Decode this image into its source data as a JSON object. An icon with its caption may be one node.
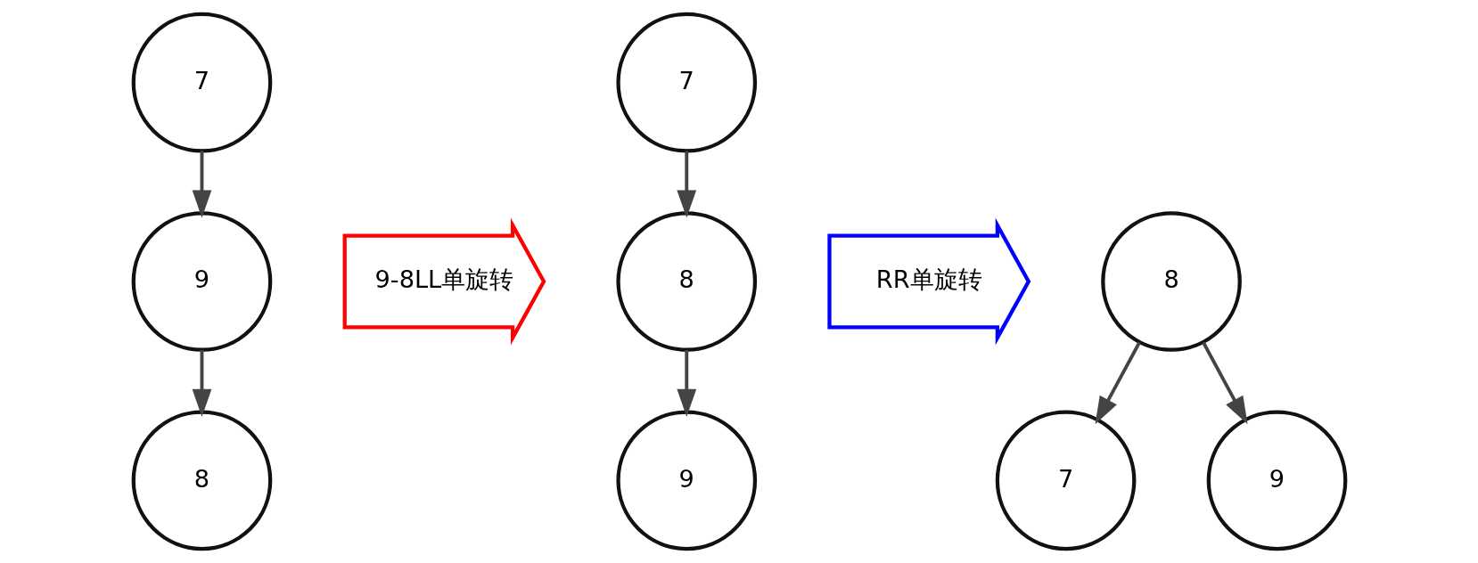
{
  "diagram": {
    "nodes": [
      {
        "text": [
          "7"
        ]
      },
      {
        "text": [
          "9"
        ]
      },
      {
        "text": [
          "8"
        ]
      },
      {
        "text": [
          "9-8LL单旋转"
        ]
      },
      {
        "text": [
          "7"
        ]
      },
      {
        "text": [
          "8"
        ]
      },
      {
        "text": [
          "9"
        ]
      },
      {
        "text": [
          "RR单旋转"
        ]
      },
      {
        "text": [
          "8"
        ]
      },
      {
        "text": [
          "7"
        ]
      },
      {
        "text": [
          "9"
        ]
      }
    ],
    "edges": [
      {
        "from": 0,
        "to": 1,
        "arrow": "to"
      },
      {
        "from": 1,
        "to": 2,
        "arrow": "to"
      },
      {
        "from": 4,
        "to": 5,
        "arrow": "to"
      },
      {
        "from": 5,
        "to": 6,
        "arrow": "to"
      },
      {
        "from": 8,
        "to": 9,
        "arrow": "to"
      },
      {
        "from": 8,
        "to": 10,
        "arrow": "to"
      }
    ]
  }
}
